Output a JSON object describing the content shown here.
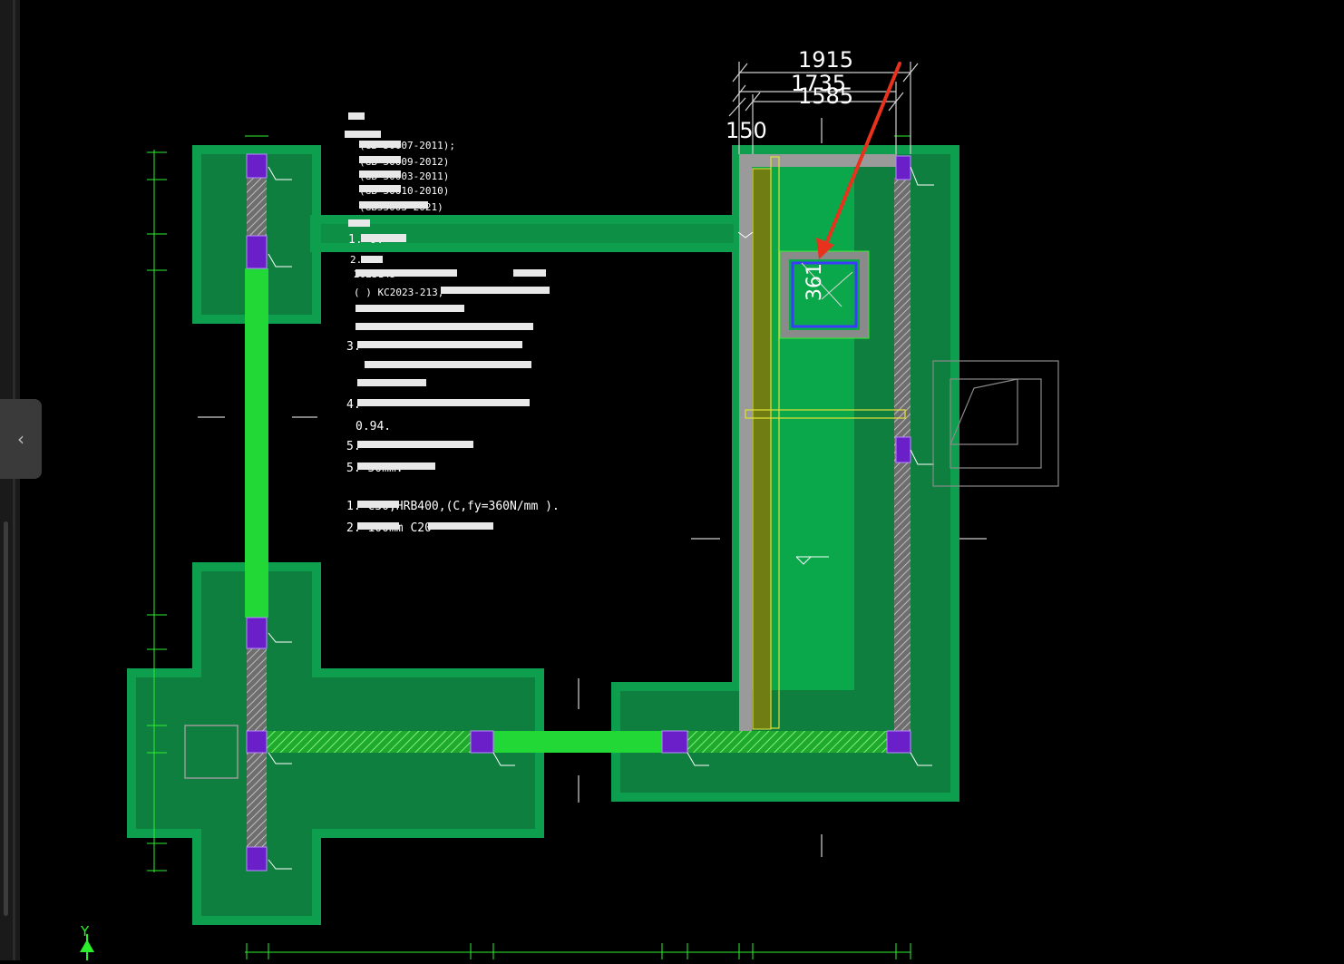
{
  "ui": {
    "collapse_glyph": "‹",
    "collapse_icon": "chevron-left-icon"
  },
  "colors": {
    "dark_green": "#0d9e4e",
    "mid_green": "#0f7f3f",
    "bright_green": "#21d836",
    "purple": "#6a1fc9",
    "annotation_arrow": "#e8321e"
  },
  "dimensions": {
    "top_1": "1915",
    "top_2": "1735",
    "top_3": "1585",
    "side": "150",
    "box_label": "361"
  },
  "axis": {
    "y_label": "Y"
  },
  "notes": {
    "lines": [
      "(GB 50007-2011);",
      "(GB 50009-2012)",
      "(GB 50003-2011)",
      "(GB 50010-2010)",
      "(GB55003-2021)",
      "1.                    0.",
      "2.",
      "                    2023145",
      "     (        )        KC2023-213,",
      "3.",
      "4.",
      "        0.94.",
      "5.",
      "5.                                    50mm.",
      "1.         C30,HRB400,(C,fy=360N/mm ).",
      "2.       100mm   C20"
    ]
  }
}
